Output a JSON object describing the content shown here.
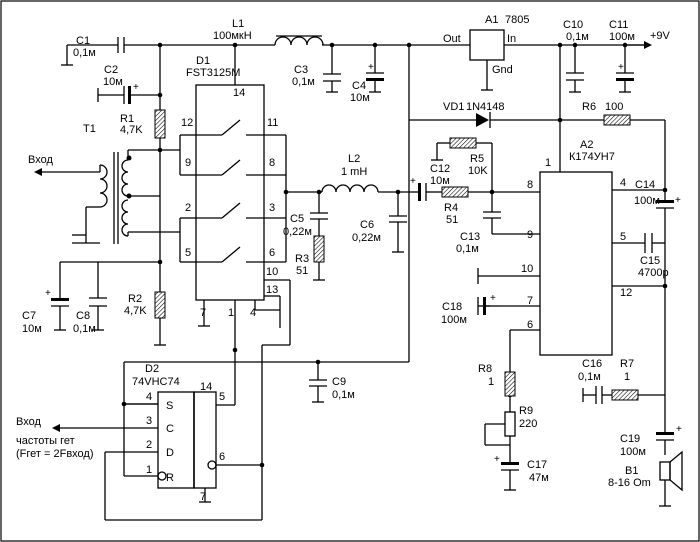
{
  "components": {
    "C1": {
      "ref": "C1",
      "val": "0,1м"
    },
    "C2": {
      "ref": "C2",
      "val": "10м"
    },
    "L1": {
      "ref": "L1",
      "val": "100мкН"
    },
    "C3": {
      "ref": "C3",
      "val": "0,1м"
    },
    "C4": {
      "ref": "C4",
      "val": "10м"
    },
    "A1": {
      "ref": "A1",
      "val": "7805",
      "pin_out": "Out",
      "pin_in": "In",
      "pin_gnd": "Gnd"
    },
    "C10": {
      "ref": "C10",
      "val": "0,1м"
    },
    "C11": {
      "ref": "C11",
      "val": "100м"
    },
    "supply": "+9V",
    "D1": {
      "ref": "D1",
      "val": "FST3125M"
    },
    "R1": {
      "ref": "R1",
      "val": "4,7K"
    },
    "T1": {
      "ref": "T1"
    },
    "input_label": "Вход",
    "VD1": {
      "ref": "VD1",
      "val": "1N4148"
    },
    "R6": {
      "ref": "R6",
      "val": "100"
    },
    "A2": {
      "ref": "A2",
      "val": "К174УН7"
    },
    "L2": {
      "ref": "L2",
      "val": "1 mH"
    },
    "C12": {
      "ref": "C12",
      "val": "10м"
    },
    "R5": {
      "ref": "R5",
      "val": "10K"
    },
    "R4": {
      "ref": "R4",
      "val": "51"
    },
    "C13": {
      "ref": "C13",
      "val": "0,1м"
    },
    "C5": {
      "ref": "C5",
      "val": "0,22м"
    },
    "C6": {
      "ref": "C6",
      "val": "0,22м"
    },
    "R3": {
      "ref": "R3",
      "val": "51"
    },
    "C14": {
      "ref": "C14",
      "val": "100м"
    },
    "C15": {
      "ref": "C15",
      "val": "4700p"
    },
    "C7": {
      "ref": "C7",
      "val": "10м"
    },
    "C8": {
      "ref": "C8",
      "val": "0,1м"
    },
    "R2": {
      "ref": "R2",
      "val": "4,7K"
    },
    "C18": {
      "ref": "C18",
      "val": "100м"
    },
    "D2": {
      "ref": "D2",
      "val": "74VHC74",
      "pin_s": "S",
      "pin_c": "C",
      "pin_d": "D",
      "pin_r": "R"
    },
    "C9": {
      "ref": "C9",
      "val": "0,1м"
    },
    "R8": {
      "ref": "R8",
      "val": "1"
    },
    "R9": {
      "ref": "R9",
      "val": "220"
    },
    "C16": {
      "ref": "C16",
      "val": "0,1м"
    },
    "R7": {
      "ref": "R7",
      "val": "1"
    },
    "C17": {
      "ref": "C17",
      "val": "47м"
    },
    "C19": {
      "ref": "C19",
      "val": "100м"
    },
    "B1": {
      "ref": "B1",
      "val": "8-16 Om"
    },
    "het_input": {
      "line1": "Вход",
      "line2": "частоты гет",
      "line3": "(Fгет = 2Fвход)"
    }
  },
  "pins": {
    "D1": {
      "p14": "14",
      "p12": "12",
      "p11": "11",
      "p9": "9",
      "p8": "8",
      "p2": "2",
      "p3": "3",
      "p5": "5",
      "p6": "6",
      "p10": "10",
      "p13": "13",
      "p7": "7",
      "p1": "1",
      "p4": "4"
    },
    "A2": {
      "p1": "1",
      "p4": "4",
      "p8": "8",
      "p9": "9",
      "p5": "5",
      "p10": "10",
      "p12": "12",
      "p7": "7",
      "p6": "6"
    },
    "D2": {
      "p4": "4",
      "p3": "3",
      "p2": "2",
      "p1": "1",
      "p14": "14",
      "p5": "5",
      "p6": "6",
      "p7": "7"
    }
  }
}
